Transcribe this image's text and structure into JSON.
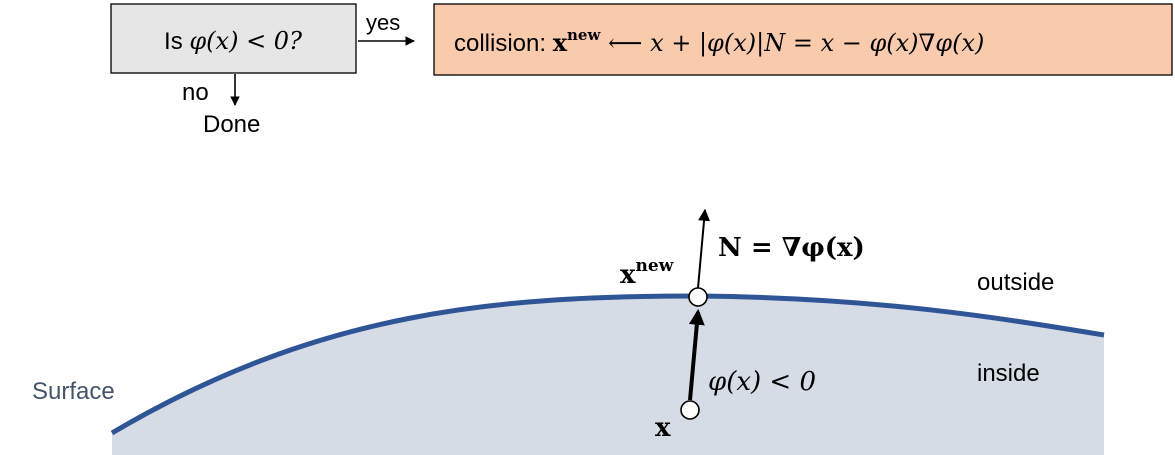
{
  "flowchart": {
    "question_prefix": "Is ",
    "question_math": "φ(x) < 0?",
    "yes_label": "yes",
    "no_label": "no",
    "done_label": "Done",
    "collision_prefix": "collision: ",
    "collision_formula_x": "x",
    "collision_formula_new": "new",
    "collision_formula_rest": " ⟵ x + |φ(x)|N = x − φ(x)∇φ(x)"
  },
  "diagram": {
    "surface_label": "Surface",
    "outside_label": "outside",
    "inside_label": "inside",
    "point_x_label": "x",
    "point_xnew_base": "x",
    "point_xnew_sup": "new",
    "normal_label": "N = ∇φ(x)",
    "phi_label": "φ(x) < 0"
  },
  "colors": {
    "question_box_fill": "#e6e6e6",
    "collision_box_fill": "#f8cbad",
    "surface_stroke": "#2f5597",
    "inside_fill": "#d6dce5",
    "surface_label_color": "#44546a"
  }
}
